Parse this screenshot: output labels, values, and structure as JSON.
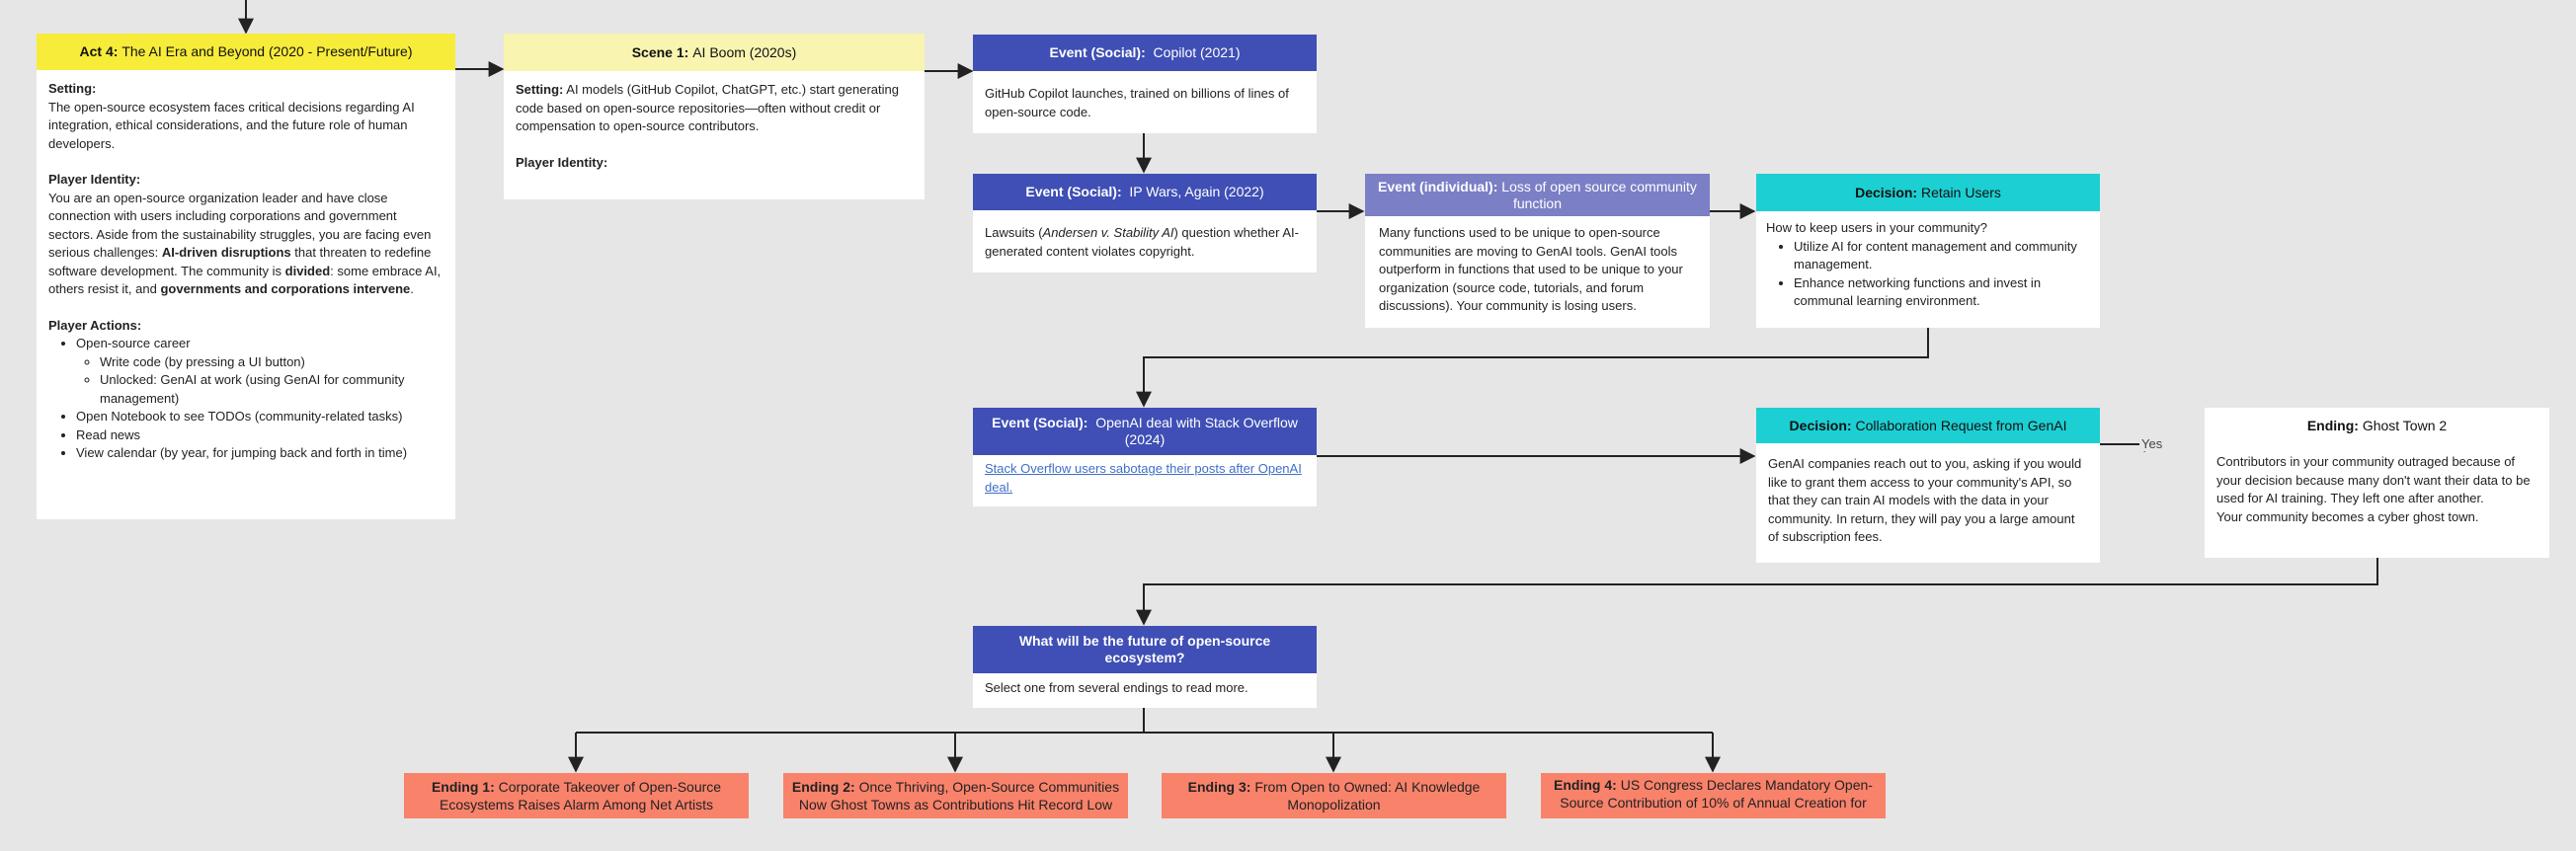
{
  "act4": {
    "title_prefix": "Act 4:",
    "title": "The AI Era and Beyond (2020 - Present/Future)",
    "setting_label": "Setting:",
    "setting_text": "The open-source ecosystem faces critical decisions regarding AI integration, ethical considerations, and the future role of human developers.",
    "identity_label": "Player Identity:",
    "identity_text_1": "You are an open-source organization leader and have close connection with users including corporations and government sectors. Aside from the sustainability struggles, you are facing even serious challenges: ",
    "identity_bold_1": "AI-driven disruptions",
    "identity_text_2": " that threaten to redefine software development. The community is ",
    "identity_bold_2": "divided",
    "identity_text_3": ": some embrace AI, others resist it, and ",
    "identity_bold_3": "governments and corporations intervene",
    "identity_text_4": ".",
    "actions_label": "Player Actions:",
    "action_1": "Open-source career",
    "sub_action_1": "Write code (by pressing a UI button)",
    "sub_action_2": "Unlocked: GenAI at work (using GenAI for community management)",
    "action_2": "Open Notebook to see TODOs (community-related tasks)",
    "action_3": "Read news",
    "action_4": "View calendar (by year, for jumping back and forth in time)"
  },
  "scene1": {
    "title_prefix": "Scene 1:",
    "title": "AI Boom (2020s)",
    "setting_label": "Setting:",
    "setting_text": " AI models (GitHub Copilot, ChatGPT, etc.) start generating code based on open-source repositories—often without credit or compensation to open-source contributors.",
    "identity_label": "Player Identity:"
  },
  "copilot": {
    "title_prefix": "Event (Social):",
    "title": "Copilot (2021)",
    "body": "GitHub Copilot launches, trained on billions of lines of open-source code."
  },
  "ipwars": {
    "title_prefix": "Event (Social):",
    "title": "IP Wars, Again (2022)",
    "body_1": "Lawsuits (",
    "body_italic": "Andersen v. Stability AI",
    "body_2": ") question whether AI-generated content violates copyright."
  },
  "lossfunc": {
    "title_prefix": "Event (individual):",
    "title": "Loss of open source community function",
    "body": "Many functions used to be unique to open-source communities are moving to GenAI tools. GenAI tools outperform in functions that used to be unique to your organization (source code, tutorials, and forum discussions). Your community is losing users."
  },
  "retain": {
    "title_prefix": "Decision:",
    "title": "Retain Users",
    "question": "How to keep users in your community?",
    "option_1": "Utilize AI for content management and community management.",
    "option_2": "Enhance networking functions and invest in communal learning environment."
  },
  "stackoverflow": {
    "title_prefix": "Event (Social):",
    "title": "OpenAI deal with Stack Overflow (2024)",
    "link": "Stack Overflow users sabotage their posts after OpenAI deal."
  },
  "collab": {
    "title_prefix": "Decision:",
    "title": "Collaboration Request from GenAI",
    "body": "GenAI companies reach out to you, asking if you would like to grant them access to your community's API, so that they can train AI models with the data in your community. In return, they will pay you a large amount of subscription fees.",
    "yes_label": "Yes"
  },
  "ghost2": {
    "title_prefix": "Ending:",
    "title": "Ghost Town 2",
    "body_1": "Contributors in your community outraged because of your decision because many don't want their data to be used for AI training. They left one after another.",
    "body_2": "Your community becomes a cyber ghost town."
  },
  "future": {
    "title": "What will be the future of open-source ecosystem?",
    "body": "Select one from several endings to read more."
  },
  "endings": [
    {
      "prefix": "Ending 1:",
      "text": "Corporate Takeover of Open-Source Ecosystems Raises Alarm Among Net Artists"
    },
    {
      "prefix": "Ending 2:",
      "text": "Once Thriving, Open-Source Communities Now Ghost Towns as Contributions Hit Record Low"
    },
    {
      "prefix": "Ending 3:",
      "text": "From Open to Owned: AI Knowledge Monopolization"
    },
    {
      "prefix": "Ending 4:",
      "text": "US Congress Declares Mandatory Open-Source Contribution of 10% of Annual Creation for"
    }
  ],
  "colors": {
    "background": "#e6e6e6",
    "act_header": "#f7ec3a",
    "scene_header": "#f9f4b0",
    "social_header": "#3f4fb5",
    "individual_header": "#7b7fc6",
    "decision_header": "#1ccfd2",
    "ending_box": "#f9826b",
    "connector": "#222222"
  }
}
